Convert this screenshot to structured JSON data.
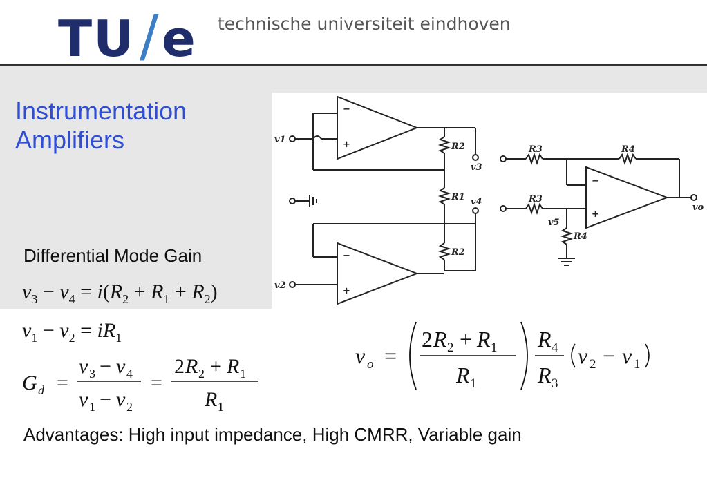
{
  "header": {
    "logo_text": "TU/e",
    "university": "technische universiteit eindhoven"
  },
  "slide": {
    "title": "Instrumentation\nAmplifiers",
    "subtitle": "Differential Mode Gain",
    "advantages": "Advantages: High input impedance, High CMRR, Variable gain"
  },
  "equations": {
    "eq1": "v3 − v4 = i(R2 + R1 + R2)",
    "eq2": "v1 − v2 = iR1",
    "eq3": "Gd = (v3 − v4)/(v1 − v2) = (2R2 + R1)/R1",
    "eq4": "vo = ((2R2 + R1)/R1)(R4/R3)(v2 − v1)"
  },
  "circuit_labels": {
    "v1": "v1",
    "v2": "v2",
    "v3": "v3",
    "v4": "v4",
    "v5": "v5",
    "vo": "vo",
    "R1": "R1",
    "R2a": "R2",
    "R2b": "R2",
    "R3a": "R3",
    "R3b": "R3",
    "R4a": "R4",
    "R4b": "R4"
  },
  "colors": {
    "brand_dark": "#1f2d6b",
    "brand_light": "#3d7fc7",
    "title": "#2f4ed6",
    "panel": "#e7e7e7"
  }
}
